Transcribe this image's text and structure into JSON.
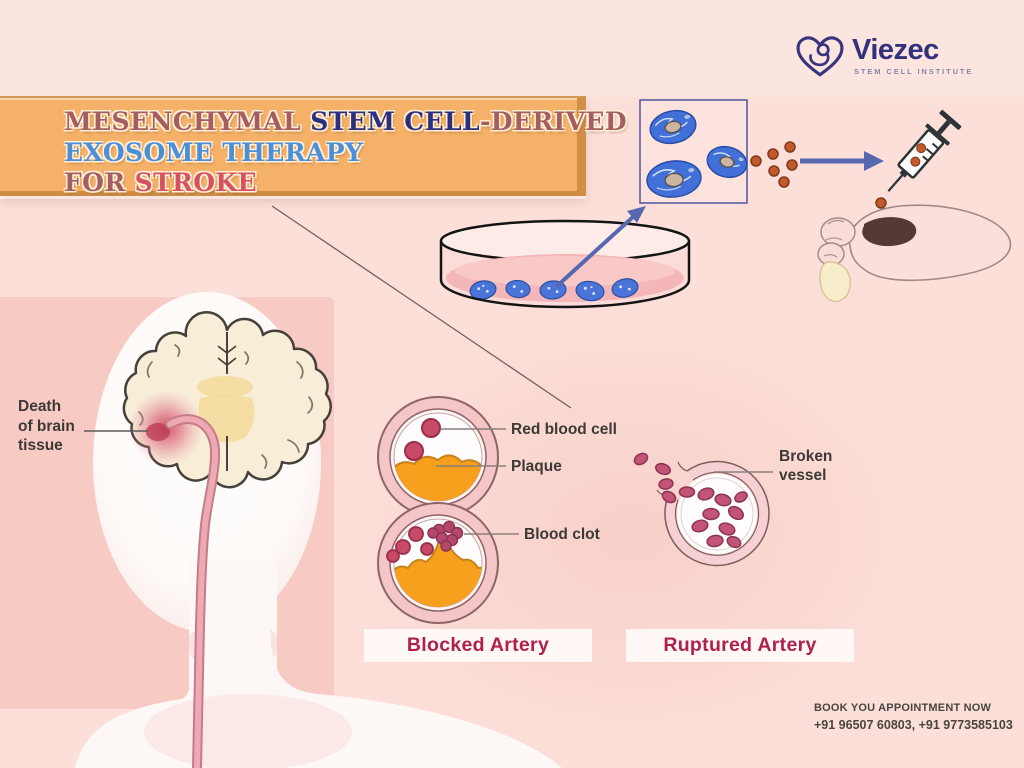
{
  "page": {
    "background": "#fcdfd9",
    "header_background": "#fde5df",
    "left_panel_background": "#f8cac4"
  },
  "banner": {
    "line1_a": "MESENCHYMAL ",
    "line1_b": "STEM CELL",
    "line1_c": "-DERIVED",
    "line2": "EXOSOME THERAPY",
    "line3_a": "FOR ",
    "line3_b": "STROKE",
    "background": "#f4b167",
    "color_brown": "#a65d5e",
    "color_navy": "#2d2f7d",
    "color_blue": "#4b8fd8",
    "color_red": "#d8515f"
  },
  "logo": {
    "brand": "Viezec",
    "tagline": "STEM CELL INSTITUTE",
    "color": "#33317c"
  },
  "labels": {
    "death_1": "Death",
    "death_2": "of brain",
    "death_3": "tissue",
    "red_blood_cell": "Red blood cell",
    "plaque": "Plaque",
    "blood_clot": "Blood clot",
    "broken_1": "Broken",
    "broken_2": "vessel"
  },
  "captions": {
    "blocked": "Blocked Artery",
    "ruptured": "Ruptured Artery",
    "color": "#b0204e"
  },
  "footer": {
    "line1": "BOOK YOU APPOINTMENT NOW",
    "line2": "+91 96507 60803, +91 9773585103"
  },
  "icons": {
    "logo": "heart-fetus-icon",
    "syringe": "syringe-icon",
    "arrow_right": "arrow-right-icon",
    "arrow_up": "arrow-up-icon",
    "stem_cell_box": "stem-cell-box",
    "exosomes": "exosome-dots",
    "petri_dish": "petri-dish",
    "human_brain": "human-brain",
    "injected_brain": "injected-brain"
  }
}
